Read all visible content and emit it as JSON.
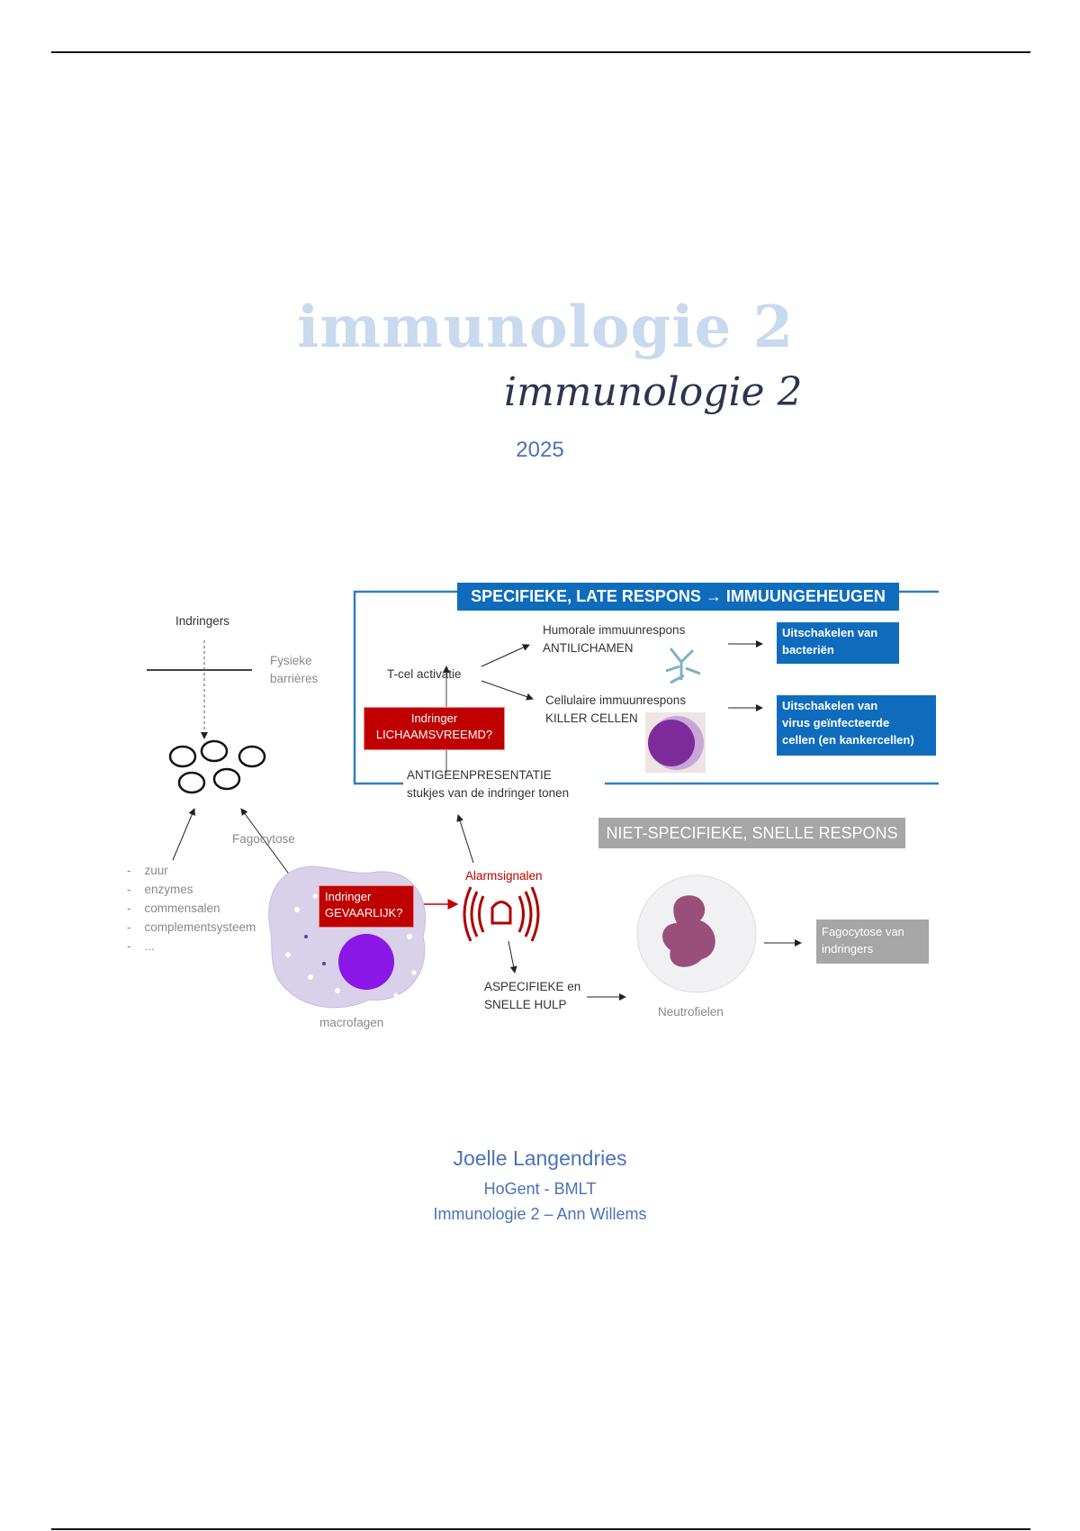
{
  "title": "immunologie 2",
  "year": "2025",
  "diagram": {
    "specific_header": "SPECIFIEKE, LATE RESPONS → IMMUUNGEHEUGEN",
    "nonspecific_header": "NIET-SPECIFIEKE, SNELLE RESPONS",
    "indringers": "Indringers",
    "barriers": [
      "Fysieke",
      "barrières"
    ],
    "fagocytose": "Fagocytose",
    "defenses": [
      "zuur",
      "enzymes",
      "commensalen",
      "complementsysteem",
      "..."
    ],
    "macrophage_label": "macrofagen",
    "danger_box": [
      "Indringer",
      "GEVAARLIJK?"
    ],
    "alarm": "Alarmsignalen",
    "aspecific": [
      "ASPECIFIEKE en",
      "SNELLE HULP"
    ],
    "neutrophil_label": "Neutrofielen",
    "phagocytosis_box": [
      "Fagocytose van",
      "indringers"
    ],
    "tcell": "T-cel activatie",
    "foreign_box": [
      "Indringer",
      "LICHAAMSVREEMD?"
    ],
    "antigen": [
      "ANTIGEENPRESENTATIE",
      "stukjes van de indringer tonen"
    ],
    "humoral": [
      "Humorale immuunrespons",
      "ANTILICHAMEN"
    ],
    "cellular": [
      "Cellulaire immuunrespons",
      "KILLER CELLEN"
    ],
    "bacteria_box": [
      "Uitschakelen van",
      "bacteriën"
    ],
    "virus_box": [
      "Uitschakelen van",
      "virus geïnfecteerde",
      "cellen (en kankercellen)"
    ]
  },
  "author": {
    "name": "Joelle Langendries",
    "school": "HoGent - BMLT",
    "course": "Immunologie 2 – Ann Willems"
  }
}
